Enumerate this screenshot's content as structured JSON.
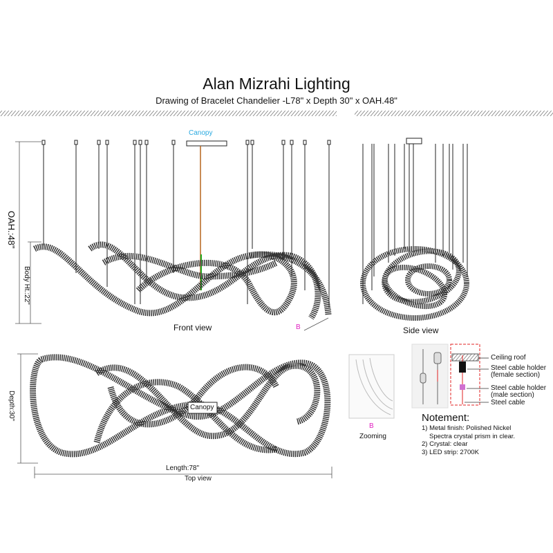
{
  "header": {
    "title": "Alan Mizrahi Lighting",
    "subtitle": "Drawing of Bracelet Chandelier -L78\" x Depth 30\"  x OAH.48\""
  },
  "front_view": {
    "label": "Front view",
    "canopy_label": "Canopy",
    "oah_label": "OAH.:48\"",
    "body_height_label": "Body Ht.:22\"",
    "detail_marker": "B"
  },
  "side_view": {
    "label": "Side view"
  },
  "top_view": {
    "label": "Top view",
    "canopy_label": "Canopy",
    "depth_label": "Depth:30\"",
    "length_label": "Length:78\""
  },
  "zoom_detail": {
    "marker": "B",
    "label": "Zooming"
  },
  "mounting_detail": {
    "callouts": [
      "Ceiling roof",
      "Steel cable holder\n(female section)",
      "Steel cable holder\n(male section)",
      "Steel cable"
    ],
    "callout_lines": [
      [
        "Ceiling roof"
      ],
      [
        "Steel cable holder",
        "(female section)"
      ],
      [
        "Steel cable holder",
        "(male section)"
      ],
      [
        "Steel cable"
      ]
    ]
  },
  "notes": {
    "heading": "Notement:",
    "items": [
      "1) Metal finish: Polished Nickel",
      "Spectra crystal prism in clear.",
      "2) Crystal: clear",
      "3) LED strip: 2700K"
    ]
  },
  "colors": {
    "canopy_label": "#29a9e0",
    "marker": "#e020c0",
    "rod": "#b5651d",
    "body_dim": "#22aa22",
    "detail_box": "#e02020"
  }
}
